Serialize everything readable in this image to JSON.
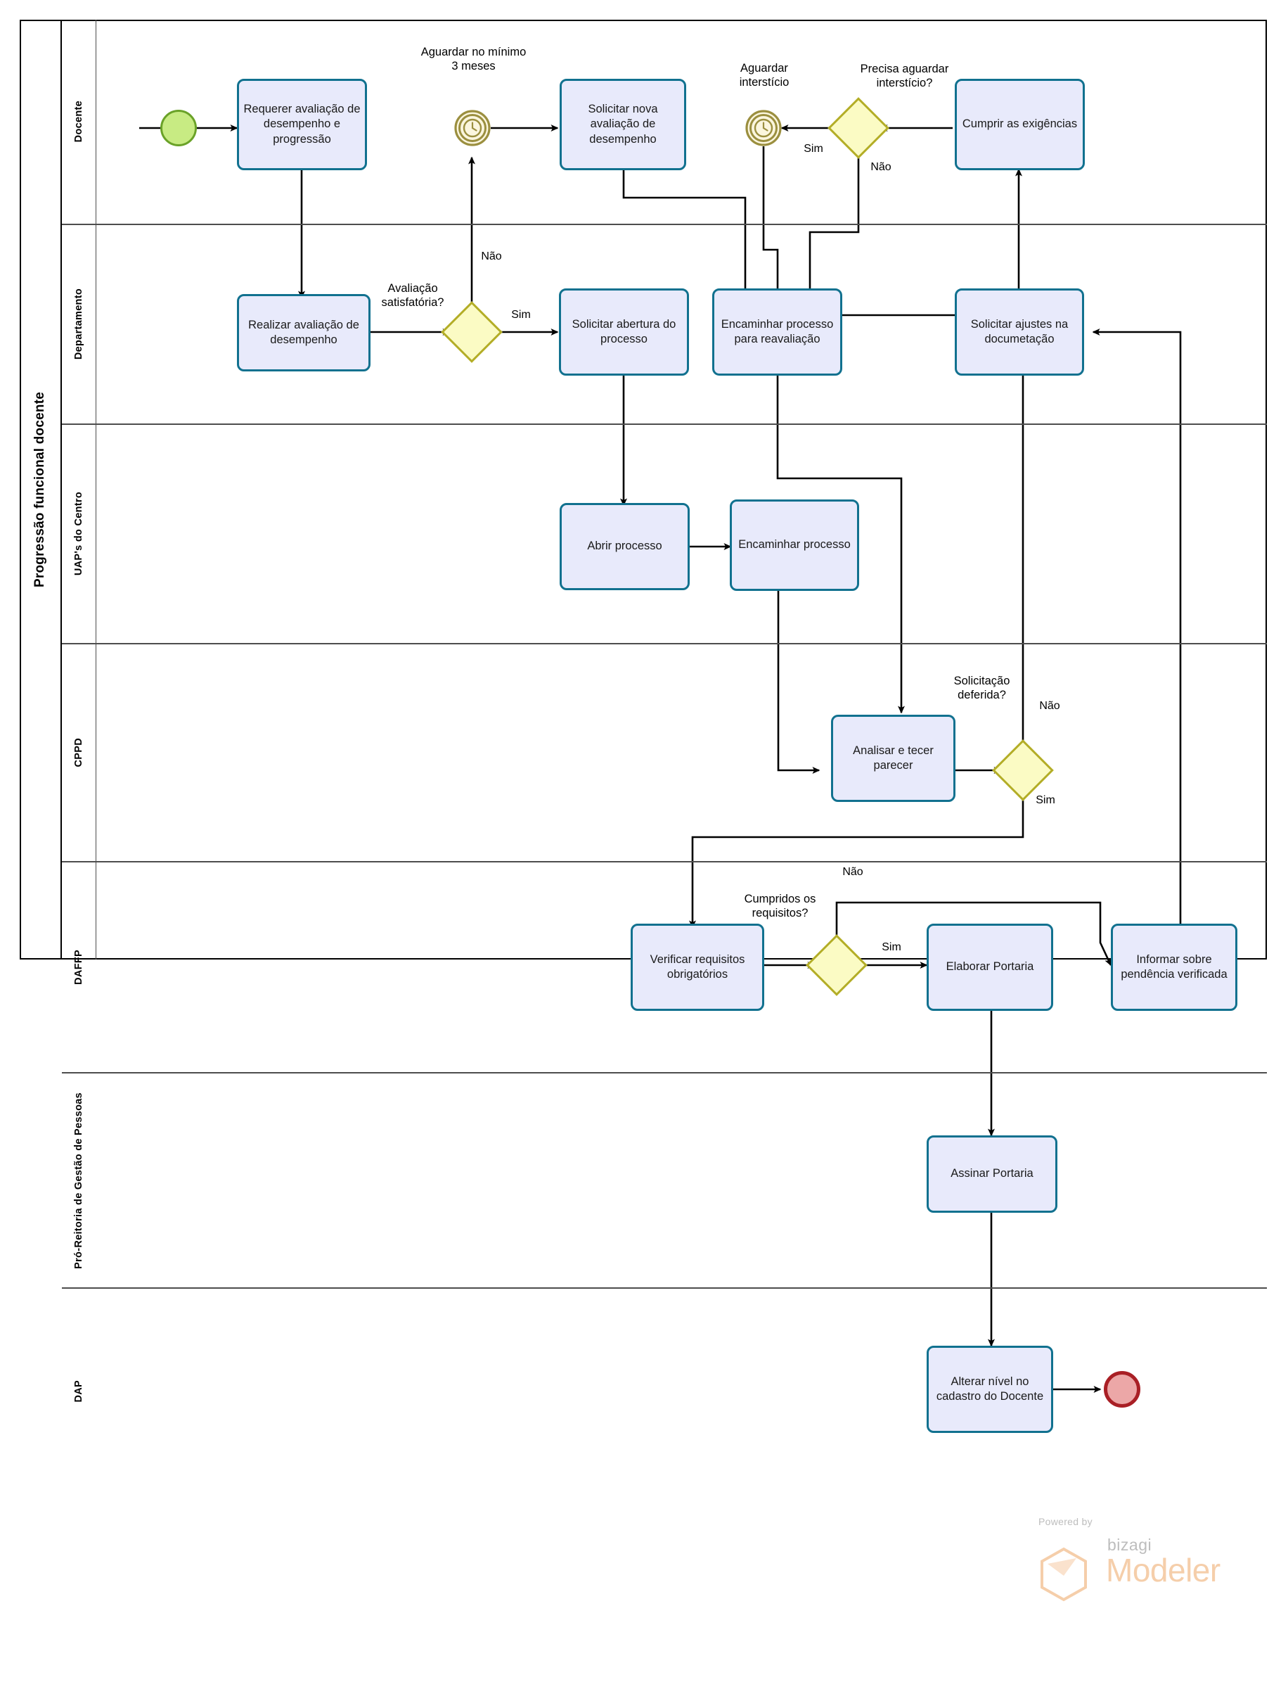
{
  "pool": {
    "title": "Progressão funcional docente"
  },
  "lanes": [
    {
      "id": "docente",
      "label": "Docente"
    },
    {
      "id": "departamento",
      "label": "Departamento"
    },
    {
      "id": "uaps",
      "label": "UAP's do Centro"
    },
    {
      "id": "cppd",
      "label": "CPPD"
    },
    {
      "id": "daffp",
      "label": "DAFFP"
    },
    {
      "id": "progep",
      "label": "Pró-Reitoria de Gestão de Pessoas"
    },
    {
      "id": "dap",
      "label": "DAP"
    }
  ],
  "events": [
    {
      "id": "start",
      "type": "start-event",
      "lane": "docente"
    },
    {
      "id": "timer-3-meses",
      "type": "timer-event",
      "lane": "docente",
      "label": "Aguardar no mínimo 3 meses"
    },
    {
      "id": "timer-intersticio",
      "type": "timer-event",
      "lane": "docente",
      "label": "Aguardar interstício"
    },
    {
      "id": "end",
      "type": "end-event",
      "lane": "dap"
    }
  ],
  "tasks": [
    {
      "id": "requerer-avaliacao",
      "lane": "docente",
      "label": "Requerer avaliação de desempenho e progressão"
    },
    {
      "id": "solicitar-nova-avaliacao",
      "lane": "docente",
      "label": "Solicitar nova avaliação de desempenho"
    },
    {
      "id": "cumprir-exigencias",
      "lane": "docente",
      "label": "Cumprir as exigências"
    },
    {
      "id": "realizar-avaliacao",
      "lane": "departamento",
      "label": "Realizar avaliação de desempenho"
    },
    {
      "id": "solicitar-abertura",
      "lane": "departamento",
      "label": "Solicitar abertura do processo"
    },
    {
      "id": "encaminhar-reavaliacao",
      "lane": "departamento",
      "label": "Encaminhar processo para reavaliação"
    },
    {
      "id": "solicitar-ajustes",
      "lane": "departamento",
      "label": "Solicitar ajustes na documetação"
    },
    {
      "id": "abrir-processo",
      "lane": "uaps",
      "label": "Abrir processo"
    },
    {
      "id": "encaminhar-processo",
      "lane": "uaps",
      "label": "Encaminhar processo"
    },
    {
      "id": "analisar-parecer",
      "lane": "cppd",
      "label": "Analisar e tecer parecer"
    },
    {
      "id": "verificar-requisitos",
      "lane": "daffp",
      "label": "Verificar requisitos obrigatórios"
    },
    {
      "id": "elaborar-portaria",
      "lane": "daffp",
      "label": "Elaborar Portaria"
    },
    {
      "id": "informar-pendencia",
      "lane": "daffp",
      "label": "Informar sobre pendência verificada"
    },
    {
      "id": "assinar-portaria",
      "lane": "progep",
      "label": "Assinar Portaria"
    },
    {
      "id": "alterar-nivel",
      "lane": "dap",
      "label": "Alterar nível no cadastro do Docente"
    }
  ],
  "gateways": [
    {
      "id": "gw-avaliacao",
      "lane": "departamento",
      "label": "Avaliação satisfatória?",
      "outcomes": [
        "Não",
        "Sim"
      ]
    },
    {
      "id": "gw-intersticio",
      "lane": "docente",
      "label": "Precisa aguardar interstício?",
      "outcomes": [
        "Sim",
        "Não"
      ]
    },
    {
      "id": "gw-deferida",
      "lane": "cppd",
      "label": "Solicitação deferida?",
      "outcomes": [
        "Não",
        "Sim"
      ]
    },
    {
      "id": "gw-requisitos",
      "lane": "daffp",
      "label": "Cumpridos os requisitos?",
      "outcomes": [
        "Não",
        "Sim"
      ]
    }
  ],
  "flow_labels": [
    {
      "id": "lbl-aval-nao",
      "text": "Não"
    },
    {
      "id": "lbl-aval-sim",
      "text": "Sim"
    },
    {
      "id": "lbl-inter-sim",
      "text": "Sim"
    },
    {
      "id": "lbl-inter-nao",
      "text": "Não"
    },
    {
      "id": "lbl-def-nao",
      "text": "Não"
    },
    {
      "id": "lbl-def-sim",
      "text": "Sim"
    },
    {
      "id": "lbl-req-nao",
      "text": "Não"
    },
    {
      "id": "lbl-req-sim",
      "text": "Sim"
    }
  ],
  "branding": {
    "powered_by": "Powered by",
    "name_small": "bizagi",
    "name_large": "Modeler"
  },
  "colors": {
    "task_fill": "#e8eafb",
    "task_border": "#11718f",
    "gateway_fill": "#fbfbc4",
    "gateway_border": "#b3ad27",
    "start_fill": "#c8eb83",
    "start_border": "#6aa228",
    "end_fill": "#eca7a7",
    "end_border": "#a91f25",
    "timer_border": "#9b8f3f",
    "lane_border": "#4d4d4d",
    "brand_orange": "#f5ceaa"
  }
}
